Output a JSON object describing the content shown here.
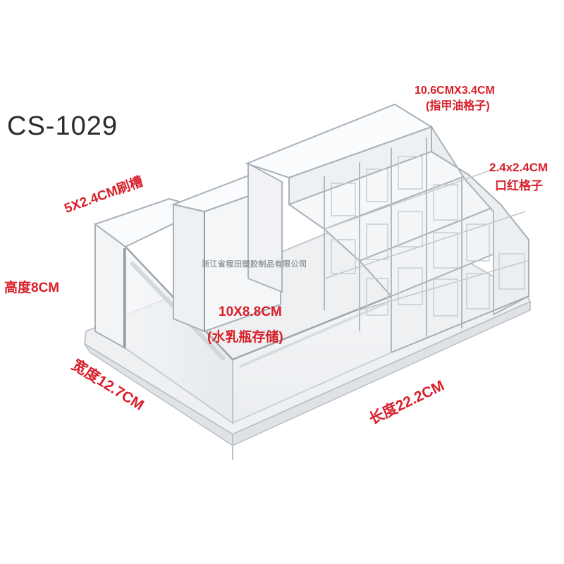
{
  "product": {
    "model_code": "CS-1029"
  },
  "annotations": {
    "nail_polish_dims": "10.6CMX3.4CM",
    "nail_polish_name": "(指甲油格子)",
    "lipstick_dims": "2.4x2.4CM",
    "lipstick_name": "口红格子",
    "brush_slot": "5X2.4CM刷槽",
    "height": "高度8CM",
    "lotion_dims": "10X8.8CM",
    "lotion_name": "(水乳瓶存储)",
    "width": "宽度12.7CM",
    "length": "长度22.2CM"
  },
  "watermark": "浙江省程田塑胶制品有限公司",
  "colors": {
    "annotation_red": "#d8202a",
    "model_text": "#2b2b2b",
    "acrylic_edge": "#c9ced4"
  }
}
